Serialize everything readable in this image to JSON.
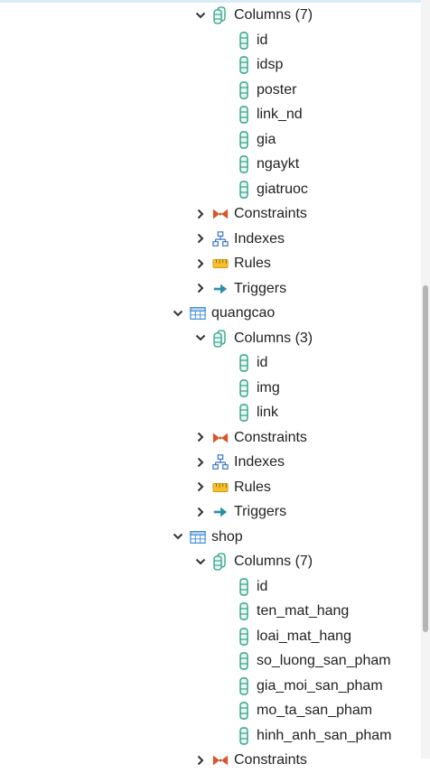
{
  "tree": [
    {
      "level": 2,
      "expander": "expanded",
      "icon": "columns-icon",
      "label": "Columns (7)"
    },
    {
      "level": 3,
      "expander": "none",
      "icon": "column-icon",
      "label": "id"
    },
    {
      "level": 3,
      "expander": "none",
      "icon": "column-icon",
      "label": "idsp"
    },
    {
      "level": 3,
      "expander": "none",
      "icon": "column-icon",
      "label": "poster"
    },
    {
      "level": 3,
      "expander": "none",
      "icon": "column-icon",
      "label": "link_nd"
    },
    {
      "level": 3,
      "expander": "none",
      "icon": "column-icon",
      "label": "gia"
    },
    {
      "level": 3,
      "expander": "none",
      "icon": "column-icon",
      "label": "ngaykt"
    },
    {
      "level": 3,
      "expander": "none",
      "icon": "column-icon",
      "label": "giatruoc"
    },
    {
      "level": 2,
      "expander": "collapsed",
      "icon": "constraints-icon",
      "label": "Constraints"
    },
    {
      "level": 2,
      "expander": "collapsed",
      "icon": "indexes-icon",
      "label": "Indexes"
    },
    {
      "level": 2,
      "expander": "collapsed",
      "icon": "rules-icon",
      "label": "Rules"
    },
    {
      "level": 2,
      "expander": "collapsed",
      "icon": "triggers-icon",
      "label": "Triggers"
    },
    {
      "level": 1,
      "expander": "expanded",
      "icon": "table-icon",
      "label": "quangcao"
    },
    {
      "level": 2,
      "expander": "expanded",
      "icon": "columns-icon",
      "label": "Columns (3)"
    },
    {
      "level": 3,
      "expander": "none",
      "icon": "column-icon",
      "label": "id"
    },
    {
      "level": 3,
      "expander": "none",
      "icon": "column-icon",
      "label": "img"
    },
    {
      "level": 3,
      "expander": "none",
      "icon": "column-icon",
      "label": "link"
    },
    {
      "level": 2,
      "expander": "collapsed",
      "icon": "constraints-icon",
      "label": "Constraints"
    },
    {
      "level": 2,
      "expander": "collapsed",
      "icon": "indexes-icon",
      "label": "Indexes"
    },
    {
      "level": 2,
      "expander": "collapsed",
      "icon": "rules-icon",
      "label": "Rules"
    },
    {
      "level": 2,
      "expander": "collapsed",
      "icon": "triggers-icon",
      "label": "Triggers"
    },
    {
      "level": 1,
      "expander": "expanded",
      "icon": "table-icon",
      "label": "shop"
    },
    {
      "level": 2,
      "expander": "expanded",
      "icon": "columns-icon",
      "label": "Columns (7)"
    },
    {
      "level": 3,
      "expander": "none",
      "icon": "column-icon",
      "label": "id"
    },
    {
      "level": 3,
      "expander": "none",
      "icon": "column-icon",
      "label": "ten_mat_hang"
    },
    {
      "level": 3,
      "expander": "none",
      "icon": "column-icon",
      "label": "loai_mat_hang"
    },
    {
      "level": 3,
      "expander": "none",
      "icon": "column-icon",
      "label": "so_luong_san_pham"
    },
    {
      "level": 3,
      "expander": "none",
      "icon": "column-icon",
      "label": "gia_moi_san_pham"
    },
    {
      "level": 3,
      "expander": "none",
      "icon": "column-icon",
      "label": "mo_ta_san_pham"
    },
    {
      "level": 3,
      "expander": "none",
      "icon": "column-icon",
      "label": "hinh_anh_san_pham"
    },
    {
      "level": 2,
      "expander": "collapsed",
      "icon": "constraints-icon",
      "label": "Constraints"
    }
  ]
}
